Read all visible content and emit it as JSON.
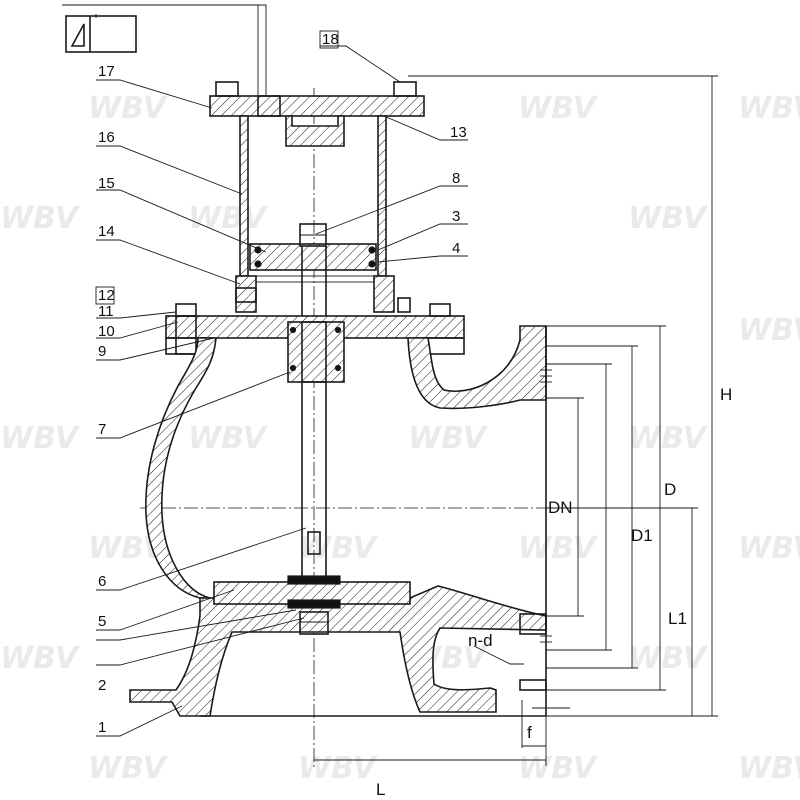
{
  "drawing": {
    "callouts": [
      "1",
      "2",
      "",
      "5",
      "6",
      "7",
      "9",
      "10",
      "11",
      "12",
      "14",
      "15",
      "16",
      "17",
      "18",
      "13",
      "8",
      "3",
      "4"
    ],
    "dimensions": {
      "dn": "DN",
      "d1": "D1",
      "d": "D",
      "h": "H",
      "l1": "L1",
      "l": "L",
      "f": "f",
      "nd": "n-d"
    },
    "watermark": "WBV"
  }
}
